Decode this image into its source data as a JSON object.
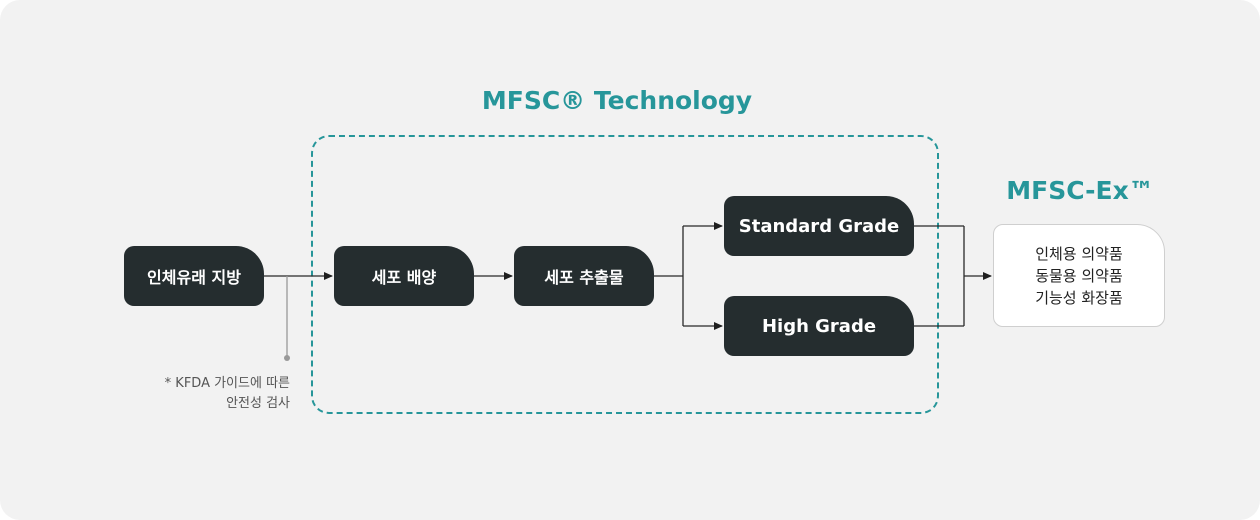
{
  "diagram": {
    "tech_title": "MFSC® Technology",
    "ex_title": "MFSC-Ex™",
    "nodes": {
      "source": "인체유래 지방",
      "culture": "세포 배양",
      "extract": "세포 추출물",
      "standard": "Standard Grade",
      "high": "High Grade"
    },
    "results": [
      "인체용 의약품",
      "동물용 의약품",
      "기능성 화장품"
    ],
    "note": [
      "* KFDA 가이드에 따른",
      "안전성 검사"
    ]
  },
  "colors": {
    "accent": "#27969a",
    "node_bg": "#252d2f",
    "canvas_bg": "#f2f2f2"
  }
}
